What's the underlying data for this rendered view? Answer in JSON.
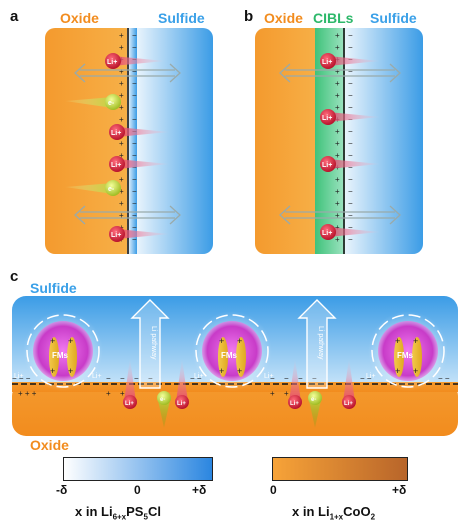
{
  "panels": {
    "a": {
      "label": "a",
      "left_material": "Oxide",
      "right_material": "Sulfide",
      "ions": [
        "Li+",
        "Li+",
        "Li+",
        "Li+"
      ],
      "electrons": [
        "e-",
        "e-"
      ]
    },
    "b": {
      "label": "b",
      "left_material": "Oxide",
      "middle_material": "CIBLs",
      "right_material": "Sulfide",
      "ions": [
        "Li+",
        "Li+",
        "Li+",
        "Li+"
      ]
    },
    "c": {
      "label": "c",
      "top_material": "Sulfide",
      "bottom_material": "Oxide",
      "fms_label": "FMs",
      "ion_label": "Li+",
      "electron_label": "e-",
      "pathway_label": "Li pathway"
    }
  },
  "colorbars": {
    "sulfide": {
      "ticks": [
        "-δ",
        "0",
        "+δ"
      ],
      "title_prefix": "x in Li",
      "title_sub1": "6+x",
      "title_mid": "PS",
      "title_sub2": "5",
      "title_suffix": "Cl",
      "colors": [
        "#ffffff",
        "#2b86e0"
      ]
    },
    "oxide": {
      "ticks": [
        "0",
        "+δ"
      ],
      "title_prefix": "x in Li",
      "title_sub1": "1+x",
      "title_mid": "CoO",
      "title_sub2": "2",
      "title_suffix": "",
      "colors": [
        "#f7a338",
        "#b8652a"
      ]
    }
  },
  "colors": {
    "oxide_label": "#f28c1e",
    "sulfide_label": "#3aa0e8",
    "cibl_label": "#2db86a",
    "li_ion": "#c8102e",
    "electron": "#b6cf2a",
    "fms": "#c83bc8"
  }
}
